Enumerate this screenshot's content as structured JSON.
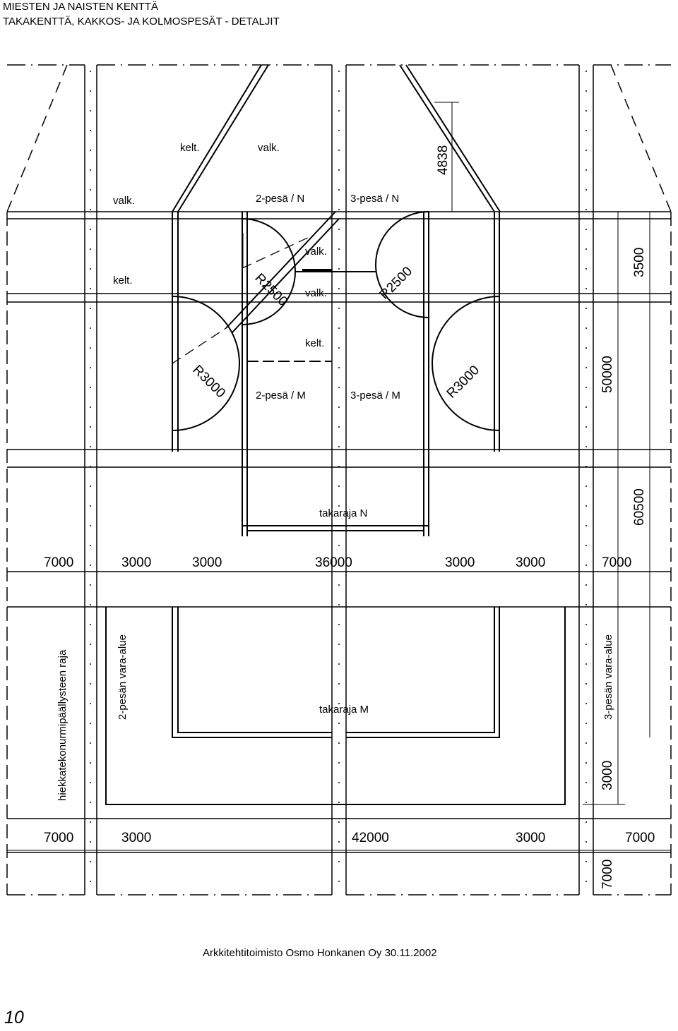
{
  "header": {
    "title_line1": "MIESTEN JA NAISTEN KENTTÄ",
    "title_line2": "TAKAKENTTÄ, KAKKOS- JA KOLMOSPESÄT - DETALJIT"
  },
  "labels": {
    "kelt_top": "kelt.",
    "valk_top": "valk.",
    "valk_left": "valk.",
    "pesa2_n": "2-pesä / N",
    "pesa3_n": "3-pesä / N",
    "kelt_left": "kelt.",
    "valk_mid1": "valk.",
    "valk_mid2": "valk.",
    "kelt_mid": "kelt.",
    "pesa2_m": "2-pesä / M",
    "pesa3_m": "3-pesä / M",
    "r2500_left": "R2500",
    "r2500_right": "R2500",
    "r3000_left": "R3000",
    "r3000_right": "R3000",
    "takaraja_n": "takaraja N",
    "takaraja_m": "takaraja M",
    "hiekka": "hiekkatekonurmipäällysteen raja",
    "vara2": "2-pesän vara-alue",
    "vara3": "3-pesän vara-alue"
  },
  "dimensions": {
    "d4838": "4838",
    "d3500": "3500",
    "d50000": "50000",
    "d60500": "60500",
    "d3000_v": "3000",
    "d7000_v": "7000",
    "row1": [
      "7000",
      "3000",
      "3000",
      "36000",
      "3000",
      "3000",
      "7000"
    ],
    "row2": [
      "7000",
      "3000",
      "42000",
      "3000",
      "7000"
    ]
  },
  "footer": "Arkkitehtitoimisto Osmo Honkanen Oy  30.11.2002",
  "page_number": "10"
}
